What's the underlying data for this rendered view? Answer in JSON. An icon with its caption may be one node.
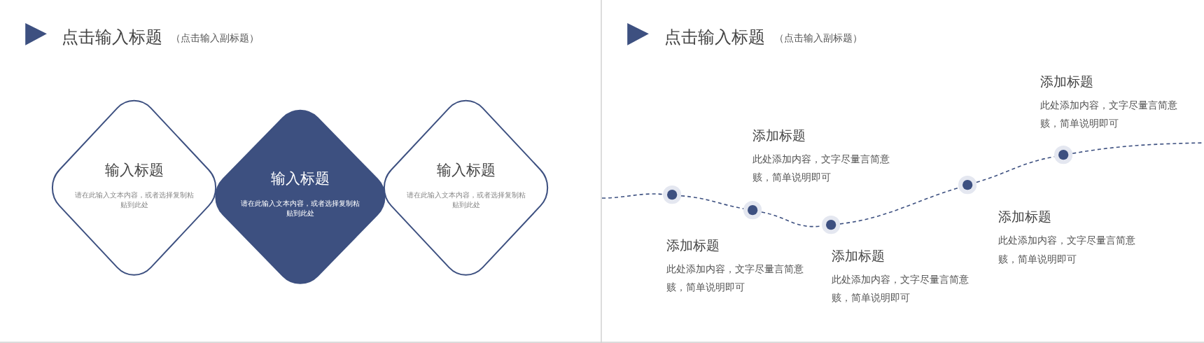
{
  "diagram": {
    "nodes": [
      {
        "text": [
          "输入标题",
          "请在此输入文本内容，或者选择复制粘贴到此处"
        ]
      },
      {
        "text": [
          "输入标题",
          "请在此输入文本内容，或者选择复制粘贴到此处"
        ]
      },
      {
        "text": [
          "输入标题",
          "请在此输入文本内容，或者选择复制粘贴到此处"
        ]
      },
      {
        "text": [],
        "shape": "circle",
        "beside": [
          "添加标题",
          "此处添加内容，文字尽量言简意赅，简单说明即可"
        ]
      },
      {
        "text": [],
        "shape": "circle",
        "beside": [
          "添加标题",
          "此处添加内容，文字尽量言简意赅，简单说明即可"
        ]
      },
      {
        "text": [],
        "shape": "circle",
        "beside": [
          "添加标题",
          "此处添加内容，文字尽量言简意赅，简单说明即可"
        ]
      },
      {
        "text": [],
        "shape": "circle",
        "beside": [
          "添加标题",
          "此处添加内容，文字尽量言简意赅，简单说明即可"
        ]
      },
      {
        "text": [],
        "shape": "circle",
        "beside": [
          "添加标题",
          "此处添加内容，文字尽量言简意赅，简单说明即可"
        ]
      }
    ],
    "edges": [
      {
        "from": null,
        "to": 3,
        "arrow": "none",
        "style": "dashed"
      },
      {
        "from": 3,
        "to": 4,
        "arrow": "none",
        "style": "dashed"
      },
      {
        "from": 4,
        "to": 5,
        "arrow": "none",
        "style": "dashed"
      },
      {
        "from": 5,
        "to": 6,
        "arrow": "none",
        "style": "dashed"
      },
      {
        "from": 6,
        "to": 7,
        "arrow": "none",
        "style": "dashed"
      },
      {
        "from": 7,
        "to": null,
        "arrow": "none",
        "style": "dashed"
      }
    ],
    "labels": [
      "点击输入标题",
      "（点击输入副标题）",
      "点击输入标题",
      "（点击输入副标题）"
    ]
  }
}
